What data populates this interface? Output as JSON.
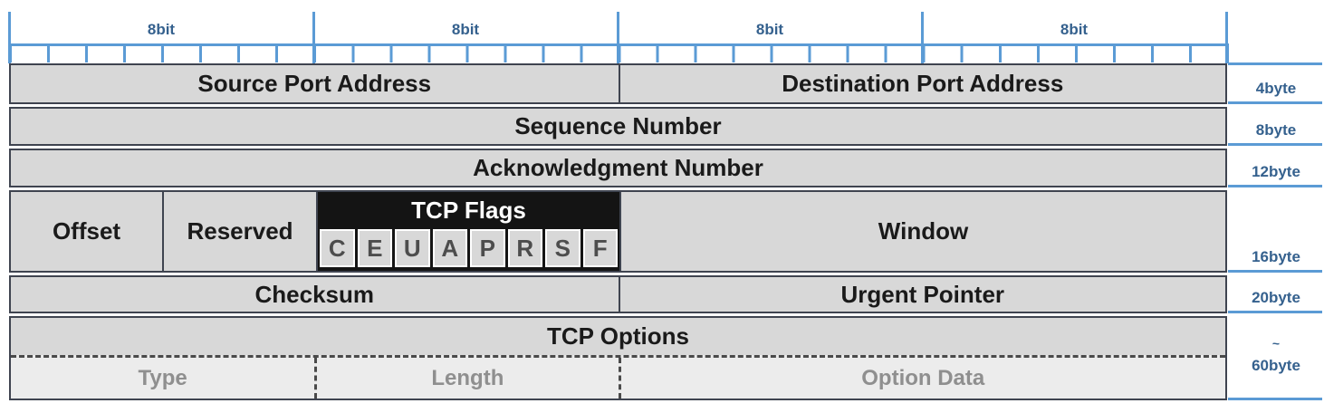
{
  "ruler": {
    "bit_label": "8bit"
  },
  "header_fields": {
    "source_port": "Source Port Address",
    "destination_port": "Destination Port Address",
    "sequence_number": "Sequence Number",
    "acknowledgment_number": "Acknowledgment Number",
    "offset": "Offset",
    "reserved": "Reserved",
    "tcp_flags_title": "TCP Flags",
    "flag_letters": [
      "C",
      "E",
      "U",
      "A",
      "P",
      "R",
      "S",
      "F"
    ],
    "window": "Window",
    "checksum": "Checksum",
    "urgent_pointer": "Urgent Pointer",
    "tcp_options": "TCP Options",
    "option_type": "Type",
    "option_length": "Length",
    "option_data": "Option Data"
  },
  "byte_markers": {
    "labels": [
      "4byte",
      "8byte",
      "12byte",
      "16byte",
      "20byte"
    ],
    "last_tilde": "~",
    "last_label": "60byte"
  },
  "colors": {
    "blue_line": "#5b9bd5",
    "blue_text": "#35618e",
    "cell_gray": "#d8d8d8",
    "options_sub_gray": "#ececec",
    "flags_black": "#141414",
    "border_dark": "#3f4450",
    "text_dark": "#1a1a1a",
    "muted_text": "#8f8f8f"
  }
}
